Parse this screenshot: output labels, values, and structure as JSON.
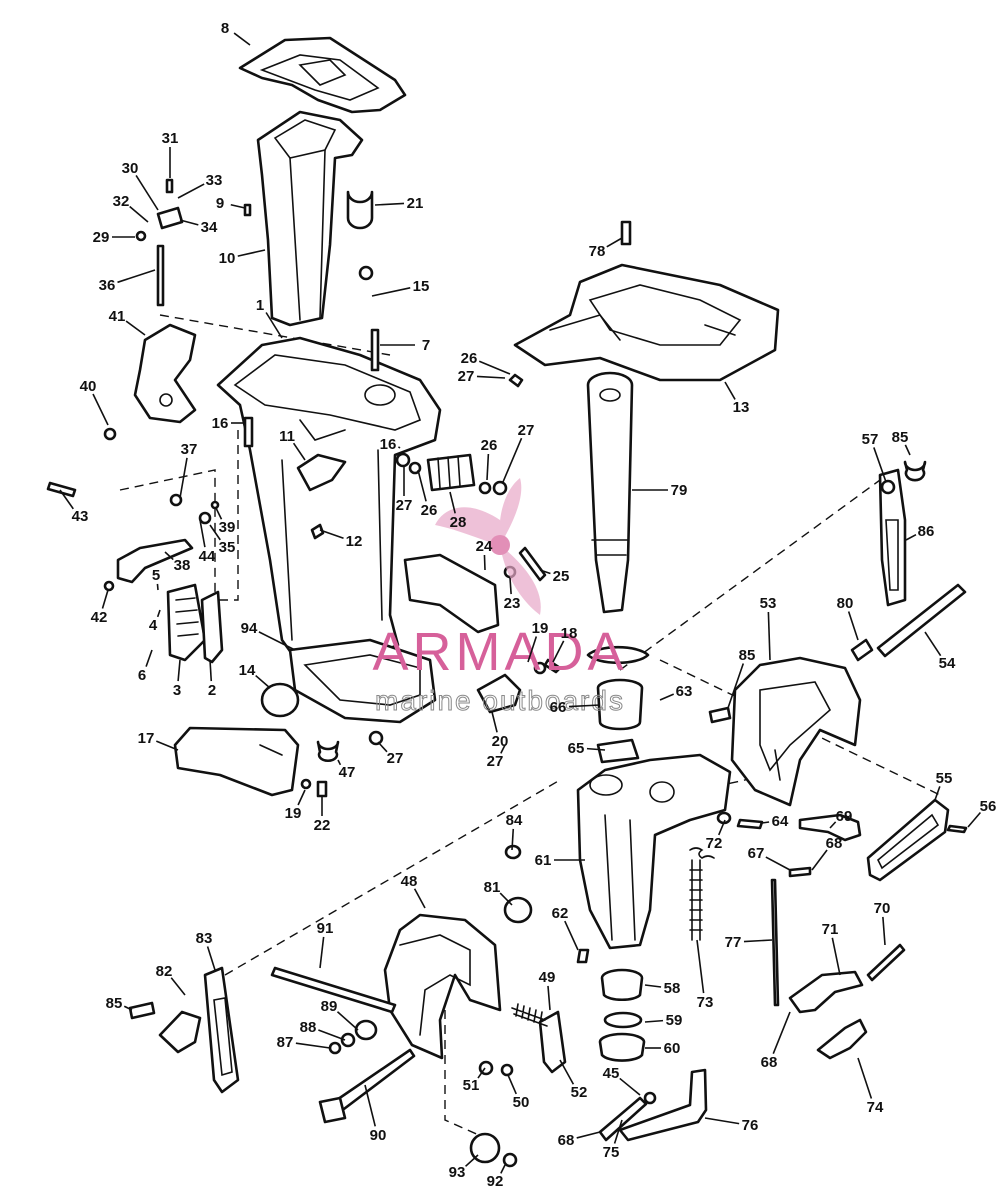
{
  "watermark": {
    "brand": "ARMADA",
    "tagline": "marine outboards",
    "colors": {
      "brand": "#d6609a",
      "tagline": "#8a8a8a"
    }
  },
  "callouts": [
    "1",
    "2",
    "3",
    "4",
    "5",
    "6",
    "7",
    "8",
    "9",
    "10",
    "11",
    "12",
    "13",
    "14",
    "15",
    "16",
    "16",
    "17",
    "18",
    "19",
    "19",
    "20",
    "21",
    "22",
    "23",
    "24",
    "25",
    "26",
    "26",
    "26",
    "27",
    "27",
    "27",
    "27",
    "27",
    "28",
    "29",
    "30",
    "31",
    "32",
    "33",
    "34",
    "35",
    "36",
    "37",
    "38",
    "39",
    "40",
    "41",
    "42",
    "43",
    "44",
    "45",
    "47",
    "48",
    "49",
    "50",
    "51",
    "52",
    "53",
    "54",
    "55",
    "56",
    "57",
    "58",
    "59",
    "60",
    "61",
    "62",
    "63",
    "64",
    "65",
    "66",
    "67",
    "68",
    "68",
    "68",
    "69",
    "70",
    "71",
    "72",
    "73",
    "74",
    "75",
    "76",
    "77",
    "78",
    "79",
    "80",
    "81",
    "82",
    "83",
    "84",
    "85",
    "85",
    "85",
    "86",
    "87",
    "88",
    "89",
    "90",
    "91",
    "92",
    "93",
    "94"
  ]
}
